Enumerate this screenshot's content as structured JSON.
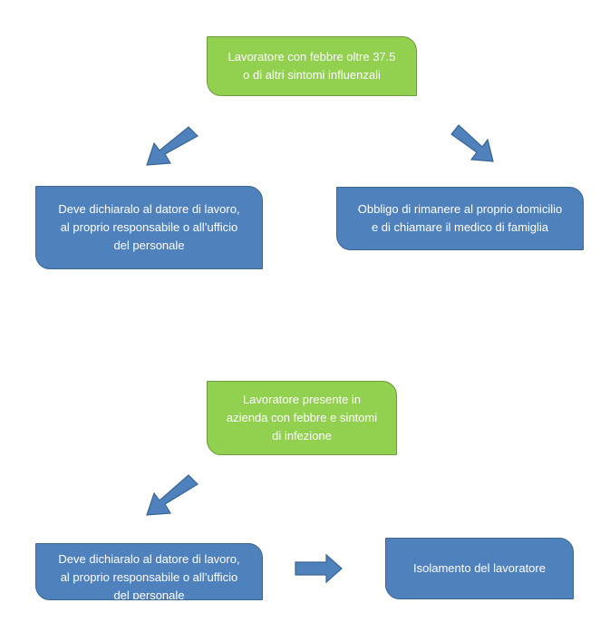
{
  "flow1": {
    "start": "Lavoratore con febbre oltre 37.5\no di altri sintomi influenzali",
    "left": "Deve dichiaralo al datore di lavoro,\nal proprio responsabile o all’ufficio\ndel personale",
    "right": "Obbligo di rimanere al proprio domicilio\ne di chiamare il medico di famiglia"
  },
  "flow2": {
    "start": "Lavoratore presente in\nazienda con febbre e sintomi\ndi infezione",
    "left": "Deve dichiaralo al datore di lavoro,\nal proprio responsabile o all’ufficio\ndel personale",
    "right": "Isolamento del lavoratore"
  },
  "colors": {
    "green_box": "#92d050",
    "blue_box": "#4f81bd",
    "arrow": "#4f81bd"
  }
}
